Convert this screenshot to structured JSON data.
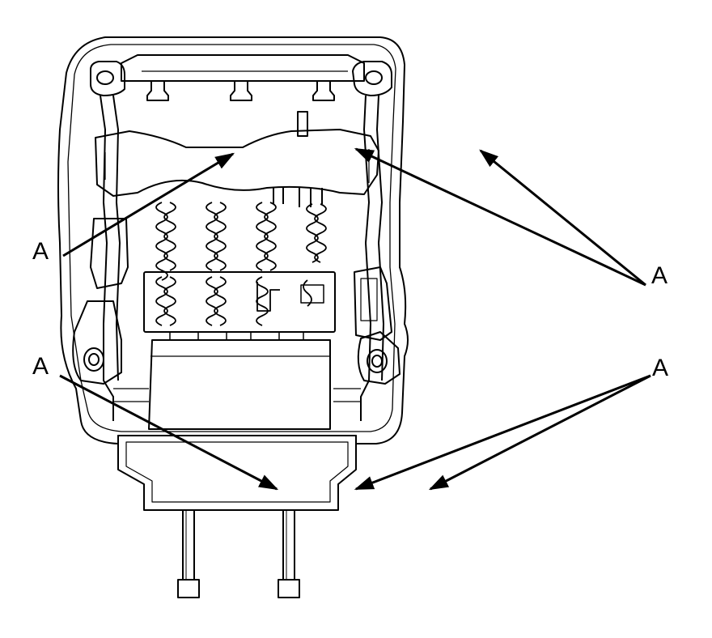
{
  "callouts": {
    "left_upper": "A",
    "left_lower": "A",
    "right_upper": "A",
    "right_lower": "A"
  },
  "colors": {
    "line": "#000000",
    "background": "#ffffff"
  }
}
